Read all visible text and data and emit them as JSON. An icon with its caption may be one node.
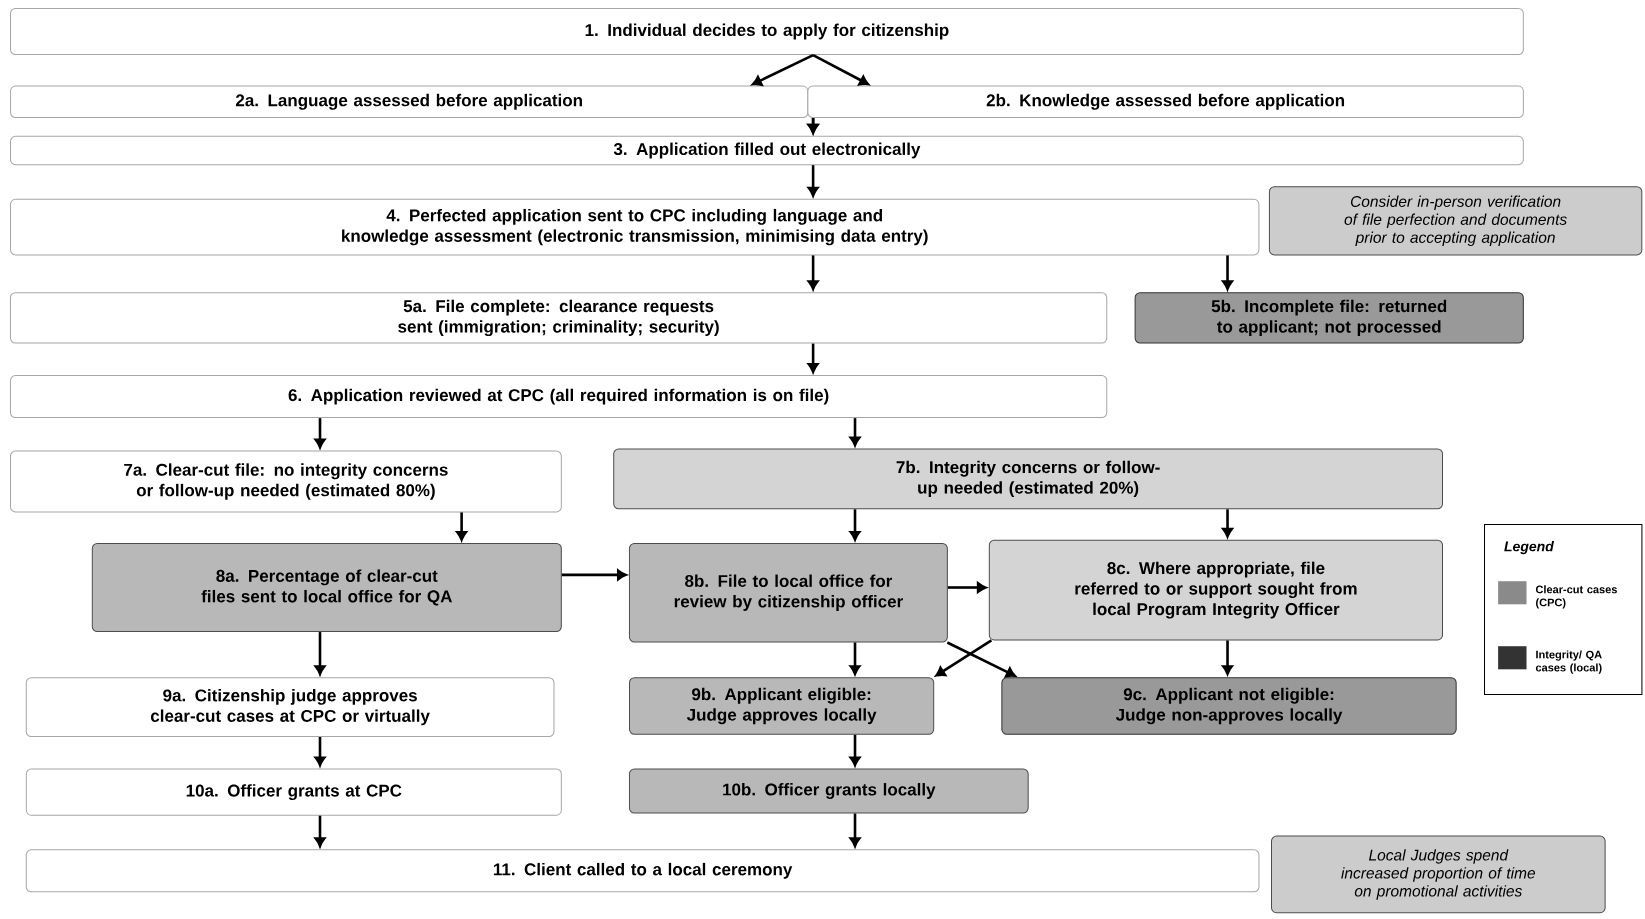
{
  "diagram": {
    "nodes": [
      {
        "text": [
          "1. Individual decides to apply for citizenship"
        ]
      },
      {
        "text": [
          "2a. Language assessed before application"
        ]
      },
      {
        "text": [
          "2b. Knowledge assessed before application"
        ]
      },
      {
        "text": [
          "3. Application filled out electronically"
        ]
      },
      {
        "text": [
          "4. Perfected application sent to CPC  including language and knowledge assessment (electronic transmission, minimising data entry)"
        ]
      },
      {
        "text": [
          "Consider in-person verification of file perfection and documents prior to accepting application"
        ]
      },
      {
        "text": [
          "5a. File complete: clearance requests sent (immigration; criminality; security)"
        ]
      },
      {
        "text": [
          "5b. Incomplete file: returned to applicant; not processed"
        ]
      },
      {
        "text": [
          "6. Application reviewed at CPC (all required information is on file)"
        ]
      },
      {
        "text": [
          "7a. Clear-cut file: no integrity concerns or follow-up needed (estimated 80%)"
        ]
      },
      {
        "text": [
          "7b. Integrity concerns or follow-up needed (estimated 20%)"
        ]
      },
      {
        "text": [
          "8a. Percentage of clear-cut files sent to local office for QA"
        ]
      },
      {
        "text": [
          "8b. File to local office for review by citizenship officer"
        ]
      },
      {
        "text": [
          "8c. Where appropriate, file referred to or support sought from local Program Integrity Officer"
        ]
      },
      {
        "text": [
          "9a. Citizenship judge approves clear-cut cases at CPC or virtually"
        ]
      },
      {
        "text": [
          "9b. Applicant eligible: Judge approves locally"
        ]
      },
      {
        "text": [
          "9c. Applicant not eligible: Judge non-approves locally"
        ]
      },
      {
        "text": [
          "10a. Officer grants at CPC"
        ]
      },
      {
        "text": [
          "10b. Officer grants locally"
        ]
      },
      {
        "text": [
          "11. Client called to a local ceremony"
        ]
      },
      {
        "text": [
          "Local Judges spend increased proportion of time on promotional activities"
        ]
      }
    ],
    "edges": [
      {
        "from": 0,
        "to": 1,
        "arrow": "to"
      },
      {
        "from": 0,
        "to": 2,
        "arrow": "to"
      },
      {
        "from": 1,
        "to": 3,
        "arrow": "to"
      },
      {
        "from": 2,
        "to": 3,
        "arrow": "to"
      },
      {
        "from": 3,
        "to": 4,
        "arrow": "to"
      },
      {
        "from": 4,
        "to": 6,
        "arrow": "to"
      },
      {
        "from": 4,
        "to": 7,
        "arrow": "to"
      },
      {
        "from": 6,
        "to": 8,
        "arrow": "to"
      },
      {
        "from": 8,
        "to": 9,
        "arrow": "to"
      },
      {
        "from": 8,
        "to": 10,
        "arrow": "to"
      },
      {
        "from": 9,
        "to": 11,
        "arrow": "to"
      },
      {
        "from": 11,
        "to": 12,
        "arrow": "to"
      },
      {
        "from": 10,
        "to": 12,
        "arrow": "to"
      },
      {
        "from": 10,
        "to": 13,
        "arrow": "to"
      },
      {
        "from": 12,
        "to": 13,
        "arrow": "to"
      },
      {
        "from": 11,
        "to": 14,
        "arrow": "to"
      },
      {
        "from": 12,
        "to": 15,
        "arrow": "to"
      },
      {
        "from": 12,
        "to": 16,
        "arrow": "to"
      },
      {
        "from": 13,
        "to": 15,
        "arrow": "to"
      },
      {
        "from": 13,
        "to": 16,
        "arrow": "to"
      },
      {
        "from": 14,
        "to": 17,
        "arrow": "to"
      },
      {
        "from": 15,
        "to": 18,
        "arrow": "to"
      },
      {
        "from": 17,
        "to": 19,
        "arrow": "to"
      },
      {
        "from": 18,
        "to": 19,
        "arrow": "to"
      }
    ],
    "labels": [
      "Legend"
    ],
    "legend": [
      {
        "text": "Clear-cut cases (CPC)",
        "color": "#8a8a8a"
      },
      {
        "text": "Integrity/ QA cases (local)",
        "color": "#333333"
      }
    ]
  }
}
